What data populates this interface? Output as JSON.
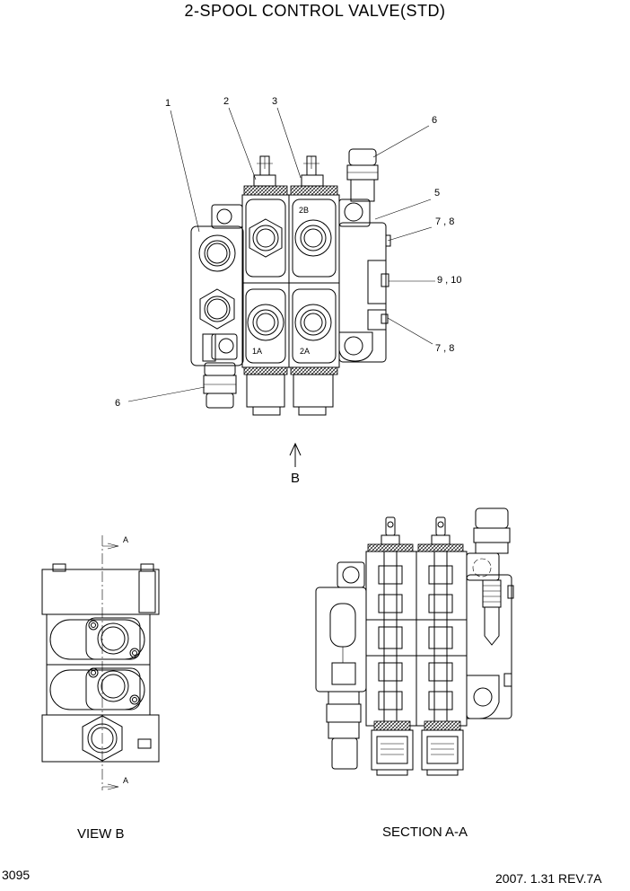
{
  "title": "2-SPOOL CONTROL VALVE(STD)",
  "callouts": {
    "c1": "1",
    "c2": "2",
    "c3": "3",
    "c6_top": "6",
    "c5": "5",
    "c78_top": "7 , 8",
    "c910": "9 , 10",
    "c78_bottom": "7 , 8",
    "c6_bottom": "6"
  },
  "port_labels": {
    "p2b": "2B",
    "p1a": "1A",
    "p2a": "2A"
  },
  "view_arrow_label": "B",
  "section_marks": {
    "top": "A",
    "bottom": "A"
  },
  "captions": {
    "view_b": "VIEW B",
    "section_aa": "SECTION A-A"
  },
  "footer": {
    "page_number": "3095",
    "revision": "2007. 1.31  REV.7A"
  }
}
